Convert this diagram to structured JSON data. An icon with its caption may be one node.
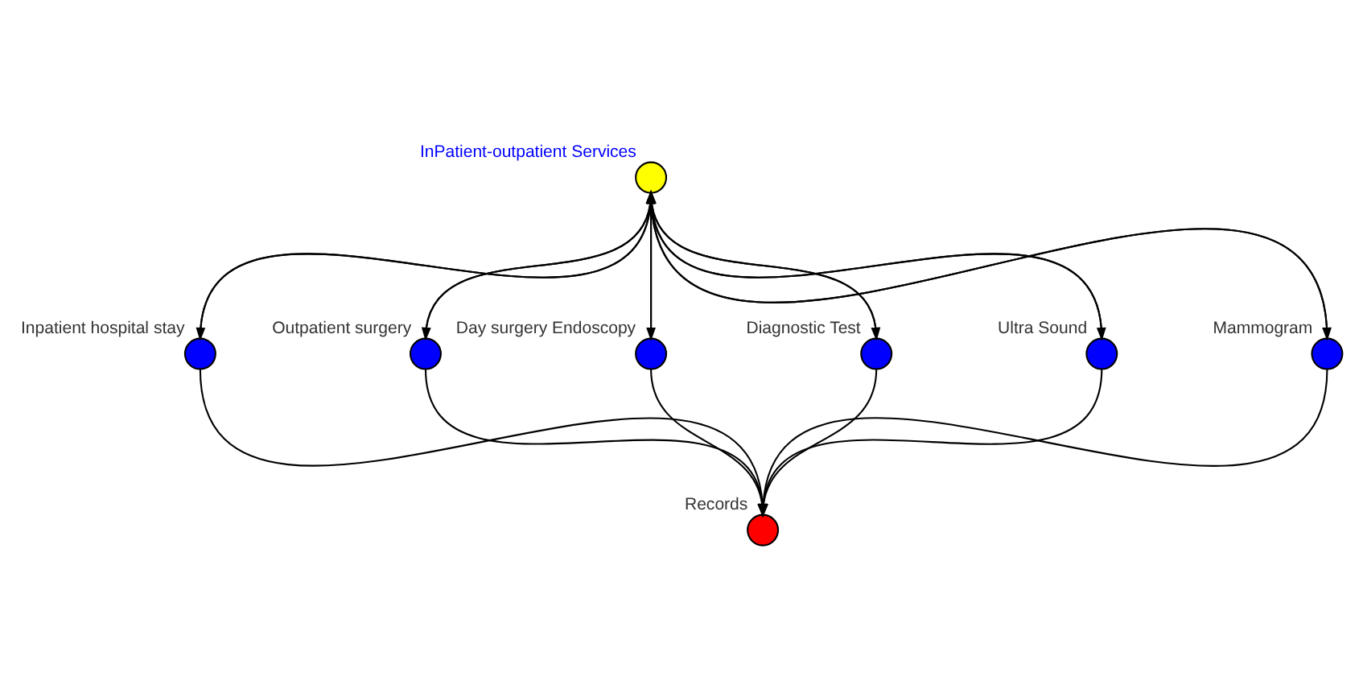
{
  "diagram": {
    "nodes": [
      {
        "text": [],
        "shape": "circle",
        "beside": [
          "InPatient-outpatient Services"
        ]
      },
      {
        "text": [],
        "shape": "circle",
        "beside": [
          "Inpatient hospital stay"
        ]
      },
      {
        "text": [],
        "shape": "circle",
        "beside": [
          "Outpatient surgery"
        ]
      },
      {
        "text": [],
        "shape": "circle",
        "beside": [
          "Day surgery Endoscopy"
        ]
      },
      {
        "text": [],
        "shape": "circle",
        "beside": [
          "Diagnostic Test"
        ]
      },
      {
        "text": [],
        "shape": "circle",
        "beside": [
          "Ultra Sound"
        ]
      },
      {
        "text": [],
        "shape": "circle",
        "beside": [
          "Mammogram"
        ]
      },
      {
        "text": [],
        "shape": "circle",
        "beside": [
          "Records"
        ]
      }
    ],
    "edges": [
      {
        "from": 0,
        "to": 1,
        "arrow": "to"
      },
      {
        "from": 1,
        "to": 0,
        "arrow": "to"
      },
      {
        "from": 0,
        "to": 2,
        "arrow": "to"
      },
      {
        "from": 2,
        "to": 0,
        "arrow": "to"
      },
      {
        "from": 0,
        "to": 3,
        "arrow": "to"
      },
      {
        "from": 3,
        "to": 0,
        "arrow": "to"
      },
      {
        "from": 0,
        "to": 4,
        "arrow": "to"
      },
      {
        "from": 4,
        "to": 0,
        "arrow": "to"
      },
      {
        "from": 0,
        "to": 5,
        "arrow": "to"
      },
      {
        "from": 5,
        "to": 0,
        "arrow": "to"
      },
      {
        "from": 0,
        "to": 6,
        "arrow": "to"
      },
      {
        "from": 6,
        "to": 0,
        "arrow": "to"
      },
      {
        "from": 1,
        "to": 7,
        "arrow": "to"
      },
      {
        "from": 2,
        "to": 7,
        "arrow": "to"
      },
      {
        "from": 3,
        "to": 7,
        "arrow": "to"
      },
      {
        "from": 4,
        "to": 7,
        "arrow": "to"
      },
      {
        "from": 5,
        "to": 7,
        "arrow": "to"
      },
      {
        "from": 6,
        "to": 7,
        "arrow": "to"
      }
    ]
  }
}
